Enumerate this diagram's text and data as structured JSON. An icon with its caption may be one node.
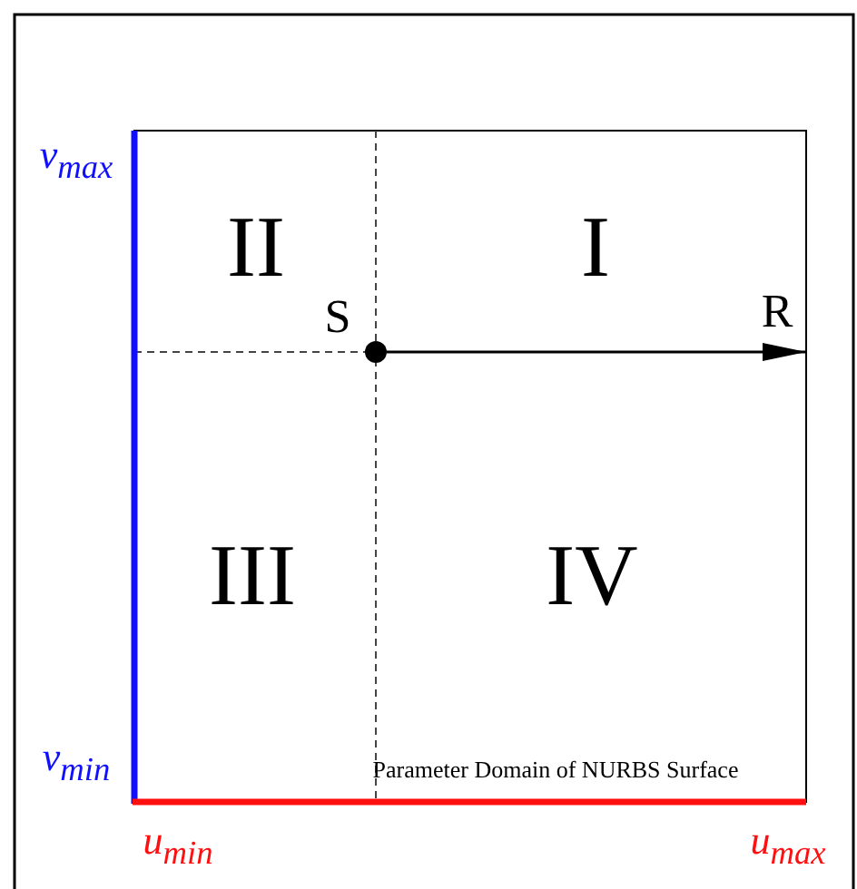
{
  "diagram": {
    "caption": "Parameter Domain of NURBS Surface",
    "nodes": [
      {
        "text": [],
        "shape": "circle",
        "beside": [
          "S"
        ]
      },
      {
        "text": [
          "R"
        ]
      }
    ],
    "edges": [
      {
        "from": 0,
        "to": 1,
        "arrow": "to"
      }
    ],
    "labels": [
      "v$_{max}$",
      "II",
      "I",
      "III",
      "IV",
      "v$_{min}$",
      "u$_{min}$",
      "u$_{max}$"
    ]
  }
}
